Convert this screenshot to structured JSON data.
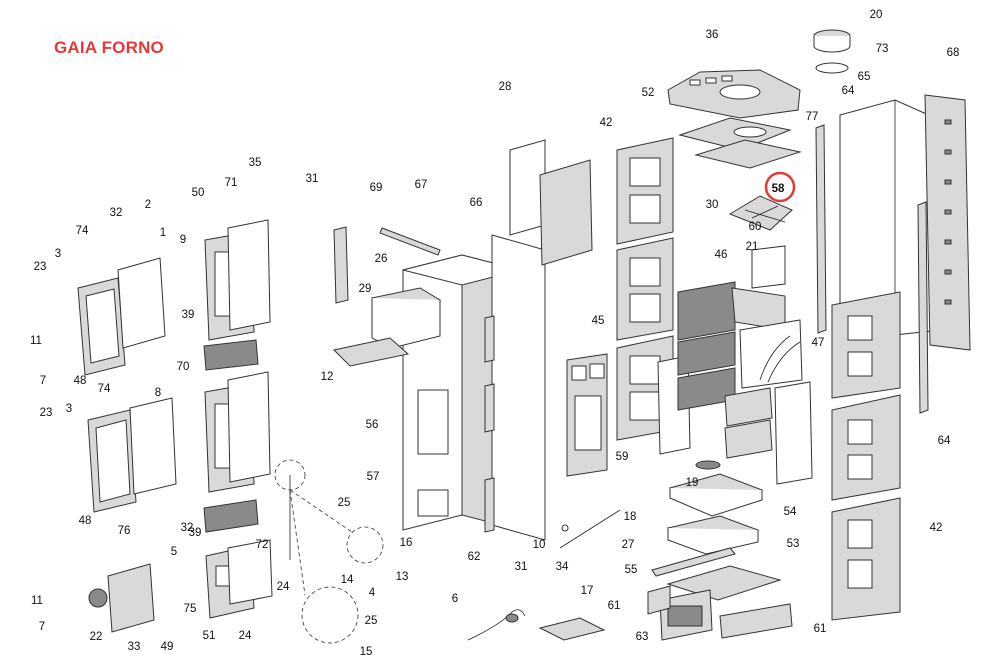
{
  "title": "GAIA FORNO",
  "highlight": {
    "part": "58",
    "color": "#e53935"
  },
  "colors": {
    "title": "#e53935",
    "lines": "#333333"
  },
  "part_numbers": [
    "20",
    "36",
    "73",
    "68",
    "52",
    "42",
    "77",
    "64",
    "65",
    "30",
    "58",
    "69",
    "67",
    "28",
    "71",
    "50",
    "35",
    "31",
    "66",
    "60",
    "21",
    "2",
    "32",
    "9",
    "74",
    "1",
    "3",
    "23",
    "26",
    "29",
    "45",
    "46",
    "11",
    "7",
    "70",
    "48",
    "39",
    "12",
    "56",
    "47",
    "8",
    "74",
    "23",
    "3",
    "57",
    "59",
    "25",
    "16",
    "13",
    "48",
    "76",
    "32",
    "39",
    "19",
    "18",
    "54",
    "10",
    "27",
    "53",
    "55",
    "34",
    "62",
    "31",
    "64",
    "42",
    "72",
    "5",
    "61",
    "17",
    "6",
    "24",
    "14",
    "4",
    "63",
    "61",
    "25",
    "15",
    "11",
    "75",
    "7",
    "22",
    "33",
    "49",
    "51",
    "24"
  ]
}
